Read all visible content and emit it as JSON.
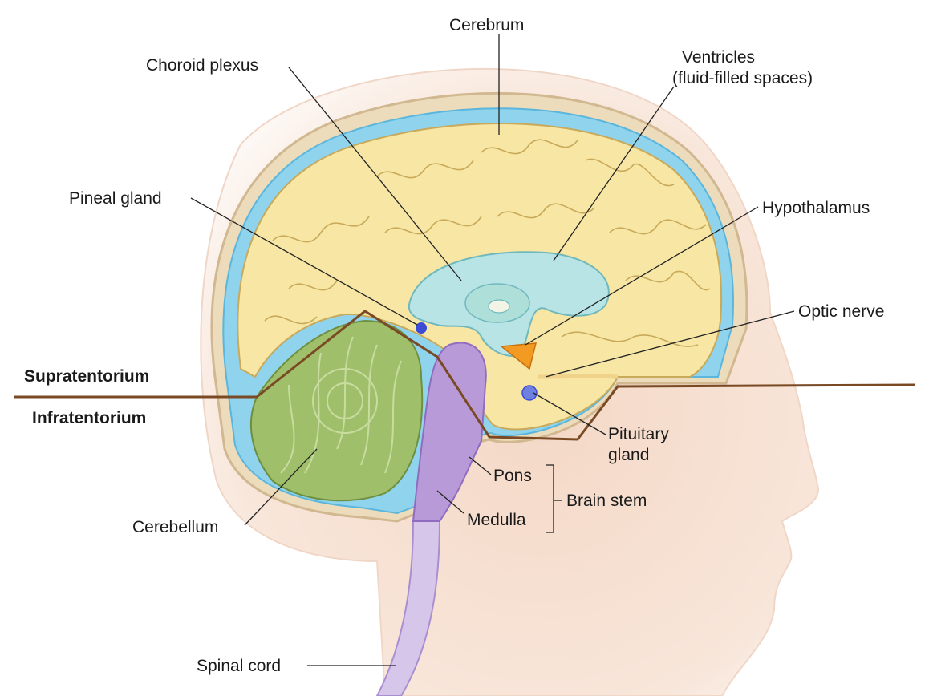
{
  "labels": {
    "cerebrum": "Cerebrum",
    "choroid_plexus": "Choroid plexus",
    "ventricles_line1": "Ventricles",
    "ventricles_line2": "(fluid-filled spaces)",
    "pineal_gland": "Pineal gland",
    "hypothalamus": "Hypothalamus",
    "optic_nerve": "Optic nerve",
    "supratentorium": "Supratentorium",
    "infratentorium": "Infratentorium",
    "pituitary_line1": "Pituitary",
    "pituitary_line2": "gland",
    "pons": "Pons",
    "brain_stem": "Brain stem",
    "medulla": "Medulla",
    "cerebellum": "Cerebellum",
    "spinal_cord": "Spinal cord"
  },
  "colors": {
    "skin": "#f6e0d2",
    "skull_outer": "#e8d6b8",
    "csf_blue": "#8fd3ec",
    "cerebrum": "#f7e6a4",
    "cerebrum_outline": "#c9a95a",
    "ventricle": "#b9e4e6",
    "cerebellum": "#9fbf6a",
    "brainstem": "#b99ad8",
    "spinal_cord": "#d6c6ea",
    "hypothalamus": "#f39a22",
    "pineal": "#3b4bd6",
    "tentorium_line": "#7a4a25"
  }
}
